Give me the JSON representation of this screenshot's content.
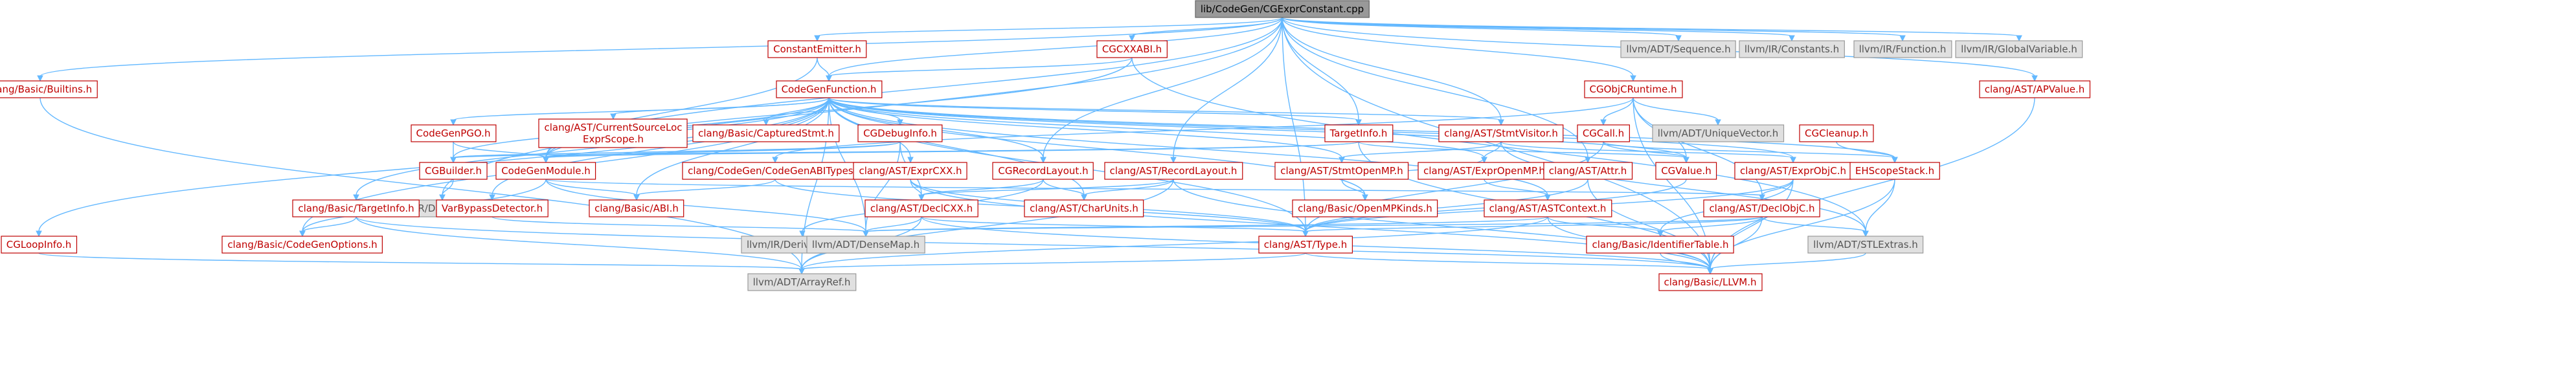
{
  "diagram": {
    "nodes": [
      {
        "id": "root",
        "lines": [
          "lib/CodeGen/CGExprConstant.cpp"
        ],
        "style": "root"
      },
      {
        "id": "ConstantEmitter",
        "lines": [
          "ConstantEmitter.h"
        ],
        "style": "red"
      },
      {
        "id": "CGCXXABI",
        "lines": [
          "CGCXXABI.h"
        ],
        "style": "red"
      },
      {
        "id": "llvmSequence",
        "lines": [
          "llvm/ADT/Sequence.h"
        ],
        "style": "gray"
      },
      {
        "id": "llvmConstants",
        "lines": [
          "llvm/IR/Constants.h"
        ],
        "style": "gray"
      },
      {
        "id": "llvmFunction",
        "lines": [
          "llvm/IR/Function.h"
        ],
        "style": "gray"
      },
      {
        "id": "llvmGlobalVariable",
        "lines": [
          "llvm/IR/GlobalVariable.h"
        ],
        "style": "gray"
      },
      {
        "id": "Builtins",
        "lines": [
          "clang/Basic/Builtins.h"
        ],
        "style": "red"
      },
      {
        "id": "CodeGenFunction",
        "lines": [
          "CodeGenFunction.h"
        ],
        "style": "red"
      },
      {
        "id": "CGObjCRuntime",
        "lines": [
          "CGObjCRuntime.h"
        ],
        "style": "red"
      },
      {
        "id": "APValue",
        "lines": [
          "clang/AST/APValue.h"
        ],
        "style": "red"
      },
      {
        "id": "CodeGenPGO",
        "lines": [
          "CodeGenPGO.h"
        ],
        "style": "red"
      },
      {
        "id": "CurrentSourceLocExprScope",
        "lines": [
          "clang/AST/CurrentSourceLoc",
          "ExprScope.h"
        ],
        "style": "red"
      },
      {
        "id": "CapturedStmt",
        "lines": [
          "clang/Basic/CapturedStmt.h"
        ],
        "style": "red"
      },
      {
        "id": "CGDebugInfo",
        "lines": [
          "CGDebugInfo.h"
        ],
        "style": "red"
      },
      {
        "id": "TargetInfoCG",
        "lines": [
          "TargetInfo.h"
        ],
        "style": "red"
      },
      {
        "id": "StmtVisitor",
        "lines": [
          "clang/AST/StmtVisitor.h"
        ],
        "style": "red"
      },
      {
        "id": "CGCall",
        "lines": [
          "CGCall.h"
        ],
        "style": "red"
      },
      {
        "id": "UniqueVector",
        "lines": [
          "llvm/ADT/UniqueVector.h"
        ],
        "style": "gray"
      },
      {
        "id": "CGCleanup",
        "lines": [
          "CGCleanup.h"
        ],
        "style": "red"
      },
      {
        "id": "CGBuilder",
        "lines": [
          "CGBuilder.h"
        ],
        "style": "red"
      },
      {
        "id": "CodeGenModule",
        "lines": [
          "CodeGenModule.h"
        ],
        "style": "red"
      },
      {
        "id": "CodeGenABITypes",
        "lines": [
          "clang/CodeGen/CodeGenABITypes.h"
        ],
        "style": "red"
      },
      {
        "id": "ExprCXX",
        "lines": [
          "clang/AST/ExprCXX.h"
        ],
        "style": "red"
      },
      {
        "id": "CGRecordLayout",
        "lines": [
          "CGRecordLayout.h"
        ],
        "style": "red"
      },
      {
        "id": "RecordLayout",
        "lines": [
          "clang/AST/RecordLayout.h"
        ],
        "style": "red"
      },
      {
        "id": "StmtOpenMP",
        "lines": [
          "clang/AST/StmtOpenMP.h"
        ],
        "style": "red"
      },
      {
        "id": "ExprOpenMP",
        "lines": [
          "clang/AST/ExprOpenMP.h"
        ],
        "style": "red"
      },
      {
        "id": "ASTAttr",
        "lines": [
          "clang/AST/Attr.h"
        ],
        "style": "red"
      },
      {
        "id": "CGValue",
        "lines": [
          "CGValue.h"
        ],
        "style": "red"
      },
      {
        "id": "ExprObjC",
        "lines": [
          "clang/AST/ExprObjC.h"
        ],
        "style": "red"
      },
      {
        "id": "EHScopeStack",
        "lines": [
          "EHScopeStack.h"
        ],
        "style": "red"
      },
      {
        "id": "DataLayout",
        "lines": [
          "llvm/IR/DataLayout.h"
        ],
        "style": "gray"
      },
      {
        "id": "BasicTargetInfo",
        "lines": [
          "clang/Basic/TargetInfo.h"
        ],
        "style": "red"
      },
      {
        "id": "VarBypassDetector",
        "lines": [
          "VarBypassDetector.h"
        ],
        "style": "red"
      },
      {
        "id": "BasicABI",
        "lines": [
          "clang/Basic/ABI.h"
        ],
        "style": "red"
      },
      {
        "id": "DeclCXX",
        "lines": [
          "clang/AST/DeclCXX.h"
        ],
        "style": "red"
      },
      {
        "id": "CharUnits",
        "lines": [
          "clang/AST/CharUnits.h"
        ],
        "style": "red"
      },
      {
        "id": "OpenMPKinds",
        "lines": [
          "clang/Basic/OpenMPKinds.h"
        ],
        "style": "red"
      },
      {
        "id": "ASTContext",
        "lines": [
          "clang/AST/ASTContext.h"
        ],
        "style": "red"
      },
      {
        "id": "DeclObjC",
        "lines": [
          "clang/AST/DeclObjC.h"
        ],
        "style": "red"
      },
      {
        "id": "CGLoopInfo",
        "lines": [
          "CGLoopInfo.h"
        ],
        "style": "red"
      },
      {
        "id": "CodeGenOptions",
        "lines": [
          "clang/Basic/CodeGenOptions.h"
        ],
        "style": "red"
      },
      {
        "id": "DerivedTypes",
        "lines": [
          "llvm/IR/DerivedTypes.h"
        ],
        "style": "gray"
      },
      {
        "id": "DenseMap",
        "lines": [
          "llvm/ADT/DenseMap.h"
        ],
        "style": "gray"
      },
      {
        "id": "ASTType",
        "lines": [
          "clang/AST/Type.h"
        ],
        "style": "red"
      },
      {
        "id": "IdentifierTable",
        "lines": [
          "clang/Basic/IdentifierTable.h"
        ],
        "style": "red"
      },
      {
        "id": "STLExtras",
        "lines": [
          "llvm/ADT/STLExtras.h"
        ],
        "style": "gray"
      },
      {
        "id": "ArrayRef",
        "lines": [
          "llvm/ADT/ArrayRef.h"
        ],
        "style": "gray"
      },
      {
        "id": "BasicLLVM",
        "lines": [
          "clang/Basic/LLVM.h"
        ],
        "style": "red"
      }
    ],
    "edges": [
      [
        "root",
        "ConstantEmitter"
      ],
      [
        "root",
        "CGCXXABI"
      ],
      [
        "root",
        "llvmSequence"
      ],
      [
        "root",
        "llvmConstants"
      ],
      [
        "root",
        "llvmFunction"
      ],
      [
        "root",
        "llvmGlobalVariable"
      ],
      [
        "root",
        "Builtins"
      ],
      [
        "root",
        "CodeGenFunction"
      ],
      [
        "root",
        "CGObjCRuntime"
      ],
      [
        "root",
        "APValue"
      ],
      [
        "root",
        "TargetInfoCG"
      ],
      [
        "root",
        "StmtVisitor"
      ],
      [
        "root",
        "RecordLayout"
      ],
      [
        "root",
        "CGRecordLayout"
      ],
      [
        "root",
        "CodeGenModule"
      ],
      [
        "root",
        "ASTAttr"
      ],
      [
        "root",
        "DataLayout"
      ],
      [
        "root",
        "ASTType"
      ],
      [
        "root",
        "BasicLLVM"
      ],
      [
        "ConstantEmitter",
        "CodeGenFunction"
      ],
      [
        "ConstantEmitter",
        "CodeGenModule"
      ],
      [
        "CGCXXABI",
        "CodeGenFunction"
      ],
      [
        "CGCXXABI",
        "STLExtras"
      ],
      [
        "CGCXXABI",
        "CodeGenModule"
      ],
      [
        "Builtins",
        "ArrayRef"
      ],
      [
        "CodeGenFunction",
        "CodeGenPGO"
      ],
      [
        "CodeGenFunction",
        "CurrentSourceLocExprScope"
      ],
      [
        "CodeGenFunction",
        "CapturedStmt"
      ],
      [
        "CodeGenFunction",
        "CGDebugInfo"
      ],
      [
        "CodeGenFunction",
        "TargetInfoCG"
      ],
      [
        "CodeGenFunction",
        "StmtVisitor"
      ],
      [
        "CodeGenFunction",
        "CGBuilder"
      ],
      [
        "CodeGenFunction",
        "CodeGenModule"
      ],
      [
        "CodeGenFunction",
        "ExprCXX"
      ],
      [
        "CodeGenFunction",
        "StmtOpenMP"
      ],
      [
        "CodeGenFunction",
        "ExprOpenMP"
      ],
      [
        "CodeGenFunction",
        "CGValue"
      ],
      [
        "CodeGenFunction",
        "ExprObjC"
      ],
      [
        "CodeGenFunction",
        "EHScopeStack"
      ],
      [
        "CodeGenFunction",
        "BasicTargetInfo"
      ],
      [
        "CodeGenFunction",
        "VarBypassDetector"
      ],
      [
        "CodeGenFunction",
        "BasicABI"
      ],
      [
        "CodeGenFunction",
        "CharUnits"
      ],
      [
        "CodeGenFunction",
        "OpenMPKinds"
      ],
      [
        "CodeGenFunction",
        "CGLoopInfo"
      ],
      [
        "CodeGenFunction",
        "CodeGenOptions"
      ],
      [
        "CodeGenFunction",
        "DenseMap"
      ],
      [
        "CodeGenFunction",
        "ASTType"
      ],
      [
        "CodeGenFunction",
        "ArrayRef"
      ],
      [
        "CodeGenFunction",
        "CGRecordLayout"
      ],
      [
        "CodeGenFunction",
        "ASTContext"
      ],
      [
        "CGObjCRuntime",
        "CGCall"
      ],
      [
        "CGObjCRuntime",
        "UniqueVector"
      ],
      [
        "CGObjCRuntime",
        "CGValue"
      ],
      [
        "CGObjCRuntime",
        "CodeGenABITypes"
      ],
      [
        "CGObjCRuntime",
        "BasicLLVM"
      ],
      [
        "CGObjCRuntime",
        "DeclObjC"
      ],
      [
        "APValue",
        "BasicLLVM"
      ],
      [
        "CodeGenPGO",
        "CGBuilder"
      ],
      [
        "CodeGenPGO",
        "CodeGenModule"
      ],
      [
        "CGDebugInfo",
        "CGBuilder"
      ],
      [
        "CGDebugInfo",
        "CodeGenModule"
      ],
      [
        "CGDebugInfo",
        "DenseMap"
      ],
      [
        "CGDebugInfo",
        "DeclCXX"
      ],
      [
        "TargetInfoCG",
        "CGBuilder"
      ],
      [
        "TargetInfoCG",
        "CGValue"
      ],
      [
        "TargetInfoCG",
        "CodeGenModule"
      ],
      [
        "TargetInfoCG",
        "BasicLLVM"
      ],
      [
        "StmtVisitor",
        "StmtOpenMP"
      ],
      [
        "StmtVisitor",
        "ExprObjC"
      ],
      [
        "StmtVisitor",
        "ExprOpenMP"
      ],
      [
        "StmtVisitor",
        "STLExtras"
      ],
      [
        "CGCall",
        "CGValue"
      ],
      [
        "CGCall",
        "EHScopeStack"
      ],
      [
        "CGCall",
        "ASTType"
      ],
      [
        "CGCleanup",
        "EHScopeStack"
      ],
      [
        "CGBuilder",
        "DataLayout"
      ],
      [
        "CodeGenModule",
        "CodeGenOptions"
      ],
      [
        "CodeGenModule",
        "BasicABI"
      ],
      [
        "CodeGenModule",
        "DenseMap"
      ],
      [
        "CodeGenModule",
        "DeclObjC"
      ],
      [
        "CodeGenABITypes",
        "ASTType"
      ],
      [
        "CodeGenABITypes",
        "BasicABI"
      ],
      [
        "ExprCXX",
        "DeclCXX"
      ],
      [
        "ExprCXX",
        "ASTType"
      ],
      [
        "ExprCXX",
        "BasicLLVM"
      ],
      [
        "CGRecordLayout",
        "DerivedTypes"
      ],
      [
        "CGRecordLayout",
        "CharUnits"
      ],
      [
        "CGRecordLayout",
        "DeclCXX"
      ],
      [
        "RecordLayout",
        "DeclCXX"
      ],
      [
        "RecordLayout",
        "CharUnits"
      ],
      [
        "RecordLayout",
        "ArrayRef"
      ],
      [
        "RecordLayout",
        "BasicLLVM"
      ],
      [
        "StmtOpenMP",
        "OpenMPKinds"
      ],
      [
        "StmtOpenMP",
        "ExprOpenMP"
      ],
      [
        "ExprOpenMP",
        "ASTContext"
      ],
      [
        "ASTAttr",
        "ASTType"
      ],
      [
        "ASTAttr",
        "BasicLLVM"
      ],
      [
        "CGValue",
        "ASTType"
      ],
      [
        "ExprObjC",
        "DeclObjC"
      ],
      [
        "ExprObjC",
        "ASTType"
      ],
      [
        "ExprObjC",
        "IdentifierTable"
      ],
      [
        "ExprObjC",
        "BasicLLVM"
      ],
      [
        "EHScopeStack",
        "STLExtras"
      ],
      [
        "EHScopeStack",
        "BasicLLVM"
      ],
      [
        "BasicTargetInfo",
        "CodeGenOptions"
      ],
      [
        "BasicTargetInfo",
        "ArrayRef"
      ],
      [
        "BasicTargetInfo",
        "BasicLLVM"
      ],
      [
        "VarBypassDetector",
        "DenseMap"
      ],
      [
        "DeclCXX",
        "DenseMap"
      ],
      [
        "DeclCXX",
        "ASTType"
      ],
      [
        "DeclCXX",
        "ArrayRef"
      ],
      [
        "DeclCXX",
        "BasicLLVM"
      ],
      [
        "ASTContext",
        "DenseMap"
      ],
      [
        "ASTContext",
        "IdentifierTable"
      ],
      [
        "ASTContext",
        "ArrayRef"
      ],
      [
        "ASTContext",
        "BasicLLVM"
      ],
      [
        "DeclObjC",
        "DenseMap"
      ],
      [
        "DeclObjC",
        "ASTType"
      ],
      [
        "DeclObjC",
        "IdentifierTable"
      ],
      [
        "DeclObjC",
        "STLExtras"
      ],
      [
        "DeclObjC",
        "BasicLLVM"
      ],
      [
        "CGLoopInfo",
        "ArrayRef"
      ],
      [
        "ASTType",
        "ArrayRef"
      ],
      [
        "ASTType",
        "BasicLLVM"
      ],
      [
        "IdentifierTable",
        "BasicLLVM"
      ],
      [
        "STLExtras",
        "BasicLLVM"
      ]
    ]
  }
}
